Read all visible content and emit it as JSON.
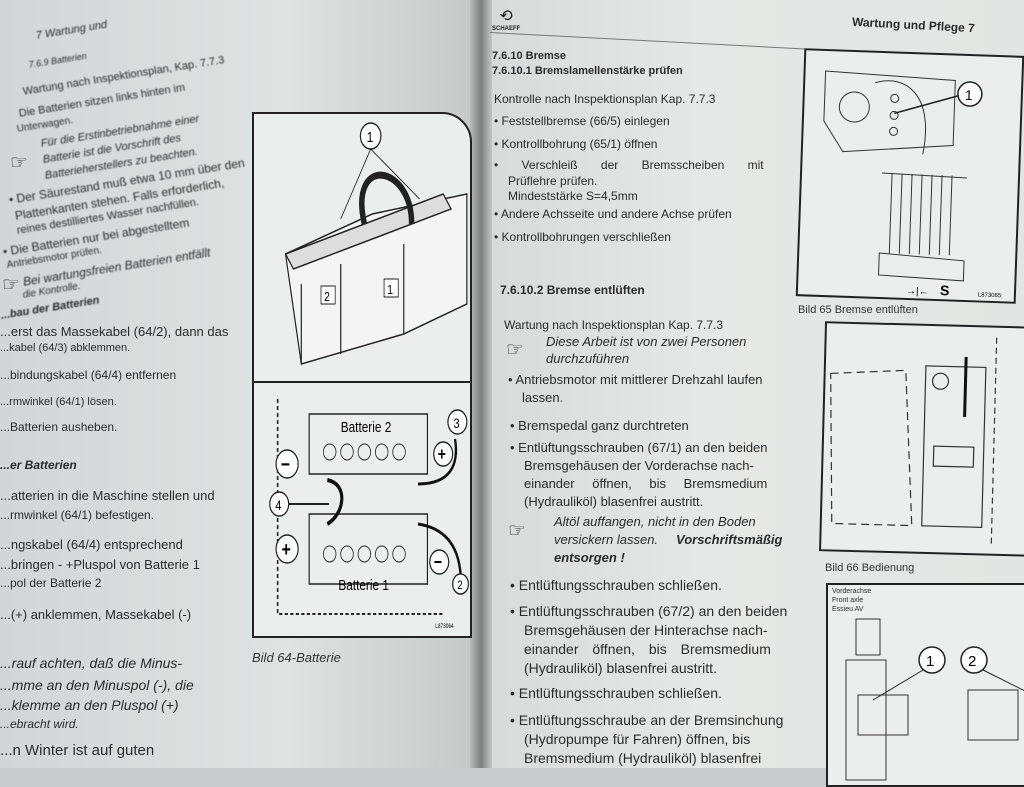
{
  "left_page": {
    "header": "7 Wartung und",
    "section": "7.6.9 Batterien",
    "lines": [
      "Wartung nach Inspektionsplan, Kap. 7.7.3",
      "Die Batterien sitzen links hinten im",
      "Unterwagen.",
      "Für die Erstinbetriebnahme einer",
      "Batterie ist die Vorschrift des",
      "Batterieherstellers zu beachten.",
      "Der Säurestand muß etwa 10 mm über den",
      "Plattenkanten stehen. Falls erforderlich,",
      "reines destilliertes Wasser nachfüllen.",
      "Die Batterien nur bei abgestelltem",
      "Antriebsmotor prüfen.",
      "Bei wartungsfreien Batterien entfällt",
      "die Kontrolle."
    ],
    "sub1": "...bau der Batterien",
    "lines2": [
      "...erst das Massekabel (64/2), dann das",
      "...kabel (64/3) abklemmen.",
      "...bindungskabel (64/4) entfernen",
      "...rmwinkel (64/1) lösen.",
      "...Batterien ausheben."
    ],
    "sub2": "...er Batterien",
    "lines3": [
      "...atterien in die Maschine stellen und",
      "...rmwinkel (64/1) befestigen.",
      "...ngskabel (64/4) entsprechend",
      "...bringen - +Pluspol von Batterie 1",
      "...pol der Batterie 2",
      "...(+) anklemmen, Massekabel (-)",
      "...rauf achten, daß die Minus-",
      "...mme an den Minuspol (-), die",
      "...klemme an den Pluspol (+)",
      "...ebracht wird.",
      "...n Winter ist auf guten"
    ],
    "figure": {
      "caption": "Bild 64-Batterie",
      "battery1": "Batterie 1",
      "battery2": "Batterie 2",
      "callouts": [
        "1",
        "2",
        "3",
        "4"
      ],
      "box_labels": [
        "1",
        "2"
      ],
      "plus": "+",
      "minus": "−",
      "code": "L873064"
    }
  },
  "right_page": {
    "logo": "SCHAEFF",
    "header": "Wartung und Pflege 7",
    "h1": "7.6.10 Bremse",
    "h2": "7.6.10.1 Bremslamellenstärke prüfen",
    "intro": "Kontrolle nach Inspektionsplan Kap. 7.7.3",
    "bullets1": [
      "Feststellbremse (66/5) einlegen",
      "Kontrollbohrung (65/1) öffnen",
      "Verschleiß der Bremsscheiben mit",
      "Prüflehre prüfen.",
      "Mindeststärke S=4,5mm",
      "Andere Achsseite und andere Achse prüfen",
      "Kontrollbohrungen verschließen"
    ],
    "h3": "7.6.10.2 Bremse entlüften",
    "intro2": "Wartung nach Inspektionsplan Kap. 7.7.3",
    "note1": [
      "Diese Arbeit ist von zwei Personen",
      "durchzuführen"
    ],
    "bullets2": [
      "Antriebsmotor mit mittlerer Drehzahl laufen",
      "lassen.",
      "Bremspedal ganz durchtreten",
      "Entlüftungsschrauben (67/1) an den beiden",
      "Bremsgehäusen der Vorderachse nach-",
      "einander öffnen, bis Bremsmedium",
      "(Hydrauliköl) blasenfrei austritt."
    ],
    "note2": [
      "Altöl auffangen, nicht in den Boden",
      "versickern lassen.",
      "Vorschriftsmäßig",
      "entsorgen !"
    ],
    "bullets3": [
      "Entlüftungsschrauben schließen.",
      "Entlüftungsschrauben (67/2) an den beiden",
      "Bremsgehäusen der Hinterachse nach-",
      "einander öffnen, bis Bremsmedium",
      "(Hydrauliköl) blasenfrei austritt.",
      "Entlüftungsschrauben schließen.",
      "Entlüftungsschraube an der Bremsinchung",
      "(Hydropumpe für Fahren) öffnen, bis",
      "Bremsmedium (Hydrauliköl) blasenfrei"
    ],
    "fig65": {
      "caption": "Bild 65 Bremse entlüften",
      "callout": "1",
      "label_s": "S",
      "code": "L873065"
    },
    "fig66": {
      "caption": "Bild 66 Bedienung"
    },
    "fig67": {
      "axle_labels": [
        "Vorderachse",
        "Front axle",
        "Essieu AV"
      ],
      "callouts": [
        "1",
        "2"
      ]
    }
  }
}
